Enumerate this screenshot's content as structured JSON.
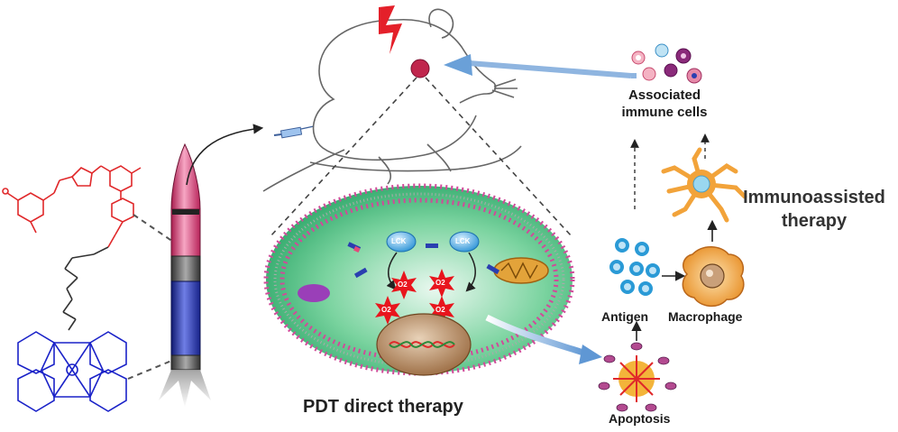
{
  "labels": {
    "associated_immune_cells_line1": "Associated",
    "associated_immune_cells_line2": "immune cells",
    "immunoassisted_line1": "Immunoassisted",
    "immunoassisted_line2": "therapy",
    "antigen": "Antigen",
    "macrophage": "Macrophage",
    "apoptosis": "Apoptosis",
    "pdt_direct_therapy": "PDT direct therapy",
    "lck": "LCK",
    "o2": "O2"
  },
  "colors": {
    "molecule_red": "#e0282a",
    "molecule_blue": "#1a22c8",
    "rocket_pink": "#e8437a",
    "rocket_blue": "#2430a8",
    "cell_green": "#3fbf7f",
    "membrane_pink": "#d14a9a",
    "ros_red": "#e8151d",
    "lck_blue": "#39a7e3",
    "nucleus_brown": "#a87a52",
    "macrophage_orange": "#f0a640",
    "arrow_blue": "#6aa0d8"
  },
  "icons": [
    "mouse-outline",
    "lightning-icon",
    "syringe-icon",
    "rocket-icon",
    "mitochondrion-icon",
    "dna-icon"
  ]
}
